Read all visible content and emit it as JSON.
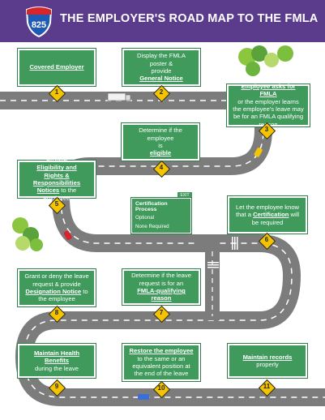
{
  "header": {
    "title": "THE EMPLOYER'S ROAD MAP TO THE FMLA",
    "shield_number": "825"
  },
  "steps": [
    {
      "number": "1",
      "lines": [
        {
          "text": "Covered Employer",
          "u": true
        }
      ]
    },
    {
      "number": "2",
      "lines": [
        {
          "text": "Display the FMLA poster &",
          "u": false
        },
        {
          "text": "provide ",
          "u": false,
          "next": "General Notice"
        }
      ]
    },
    {
      "number": "3",
      "lines": [
        {
          "text": "Employee asks for FMLA",
          "u": true
        },
        {
          "text": "or the employer learns the employee's leave may be for an FMLA qualifying reason",
          "u": false
        }
      ]
    },
    {
      "number": "4",
      "lines": [
        {
          "text": "Determine if the employee",
          "u": false
        },
        {
          "text": "is ",
          "u": false,
          "next": "eligible"
        }
      ]
    },
    {
      "number": "5",
      "lines": [
        {
          "text": "Provide ",
          "u": false,
          "next": "Eligibility and"
        },
        {
          "text": "Rights & Responsibilities",
          "u": true
        },
        {
          "text": "Notices",
          "u": true,
          "after": " to the employee"
        }
      ]
    },
    {
      "number": "6",
      "lines": [
        {
          "text": "Let the employee know",
          "u": false
        },
        {
          "text": "that a ",
          "u": false,
          "next": "Certification",
          "after": " will"
        },
        {
          "text": "be required",
          "u": false
        }
      ]
    },
    {
      "number": "7",
      "lines": [
        {
          "text": "Determine if the leave",
          "u": false
        },
        {
          "text": "request is for an",
          "u": false
        },
        {
          "text": "FMLA-qualifying reason",
          "u": true
        }
      ]
    },
    {
      "number": "8",
      "lines": [
        {
          "text": "Grant or deny the leave",
          "u": false
        },
        {
          "text": "request & provide",
          "u": false
        },
        {
          "text": "Designation Notice",
          "u": true,
          "after": " to"
        },
        {
          "text": "the employee",
          "u": false
        }
      ]
    },
    {
      "number": "9",
      "lines": [
        {
          "text": "Maintain Health Benefits",
          "u": true
        },
        {
          "text": "during the leave",
          "u": false
        }
      ]
    },
    {
      "number": "10",
      "lines": [
        {
          "text": "Restore the employee",
          "u": true
        },
        {
          "text": "to the same or an equivalent position at the end of the leave",
          "u": false
        }
      ]
    },
    {
      "number": "11",
      "lines": [
        {
          "text": "Maintain records",
          "u": true,
          "after": " properly"
        }
      ]
    }
  ],
  "certification_sign": {
    "title": "Certification Process",
    "optional": "Optional",
    "none_required": "None Required",
    "exit": "EXIT"
  },
  "colors": {
    "header": "#5b3c8c",
    "card": "#3f9a5c",
    "road": "#7c7c7c",
    "badge": "#f5c400"
  }
}
